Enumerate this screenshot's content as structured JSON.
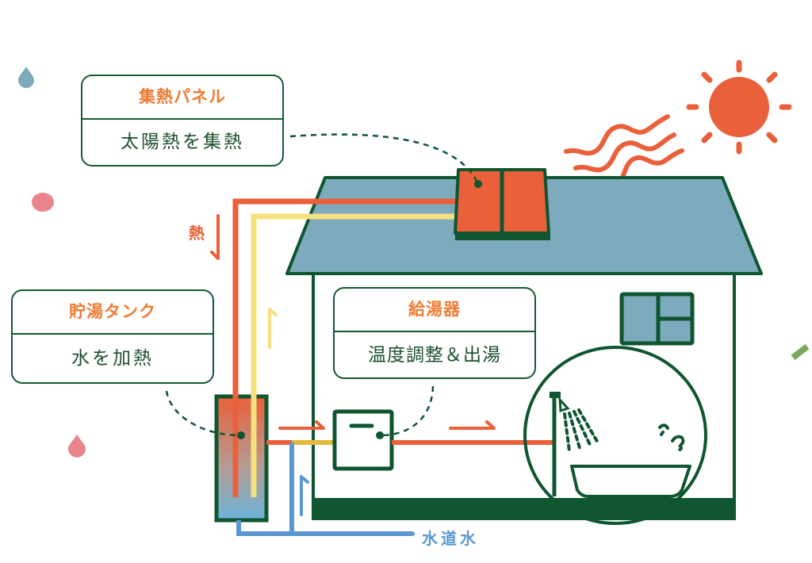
{
  "diagram": {
    "title": "Solar water heating system",
    "colors": {
      "outline": "#0f5530",
      "hot": "#e9603a",
      "cold_return": "#f7e07e",
      "tap_water": "#5a97d3",
      "roof": "#7eaabd",
      "title_orange": "#ee7b34",
      "sun": "#e9603a",
      "drop_blue": "#7eaabd",
      "drop_pink": "#e8868c",
      "confetti_green": "#7aa860"
    },
    "callouts": {
      "collector": {
        "title": "集熱パネル",
        "desc": "太陽熱を集熱"
      },
      "tank": {
        "title": "貯湯タンク",
        "desc": "水を加熱"
      },
      "heater": {
        "title": "給湯器",
        "desc": "温度調整＆出湯"
      }
    },
    "labels": {
      "heat": "熱",
      "tap_water": "水道水"
    },
    "components": [
      {
        "id": "sun",
        "icon": "sun-icon"
      },
      {
        "id": "heat-waves",
        "icon": "heat-waves-icon"
      },
      {
        "id": "collector-panel",
        "icon": "solar-collector-icon"
      },
      {
        "id": "storage-tank",
        "icon": "water-tank-icon"
      },
      {
        "id": "water-heater",
        "icon": "water-heater-icon"
      },
      {
        "id": "bathroom",
        "icon": "shower-bathtub-icon"
      },
      {
        "id": "house",
        "icon": "house-icon"
      }
    ],
    "flows": [
      {
        "from": "collector-panel",
        "to": "storage-tank",
        "medium": "heat",
        "color": "hot"
      },
      {
        "from": "storage-tank",
        "to": "collector-panel",
        "medium": "return",
        "color": "cold_return"
      },
      {
        "from": "storage-tank",
        "to": "water-heater",
        "medium": "hot water",
        "color": "hot"
      },
      {
        "from": "tap_water",
        "to": "water-heater",
        "medium": "tap water",
        "color": "tap_water"
      },
      {
        "from": "tap_water",
        "to": "storage-tank",
        "medium": "tap water",
        "color": "tap_water"
      },
      {
        "from": "water-heater",
        "to": "bathroom",
        "medium": "hot water",
        "color": "hot"
      }
    ]
  }
}
